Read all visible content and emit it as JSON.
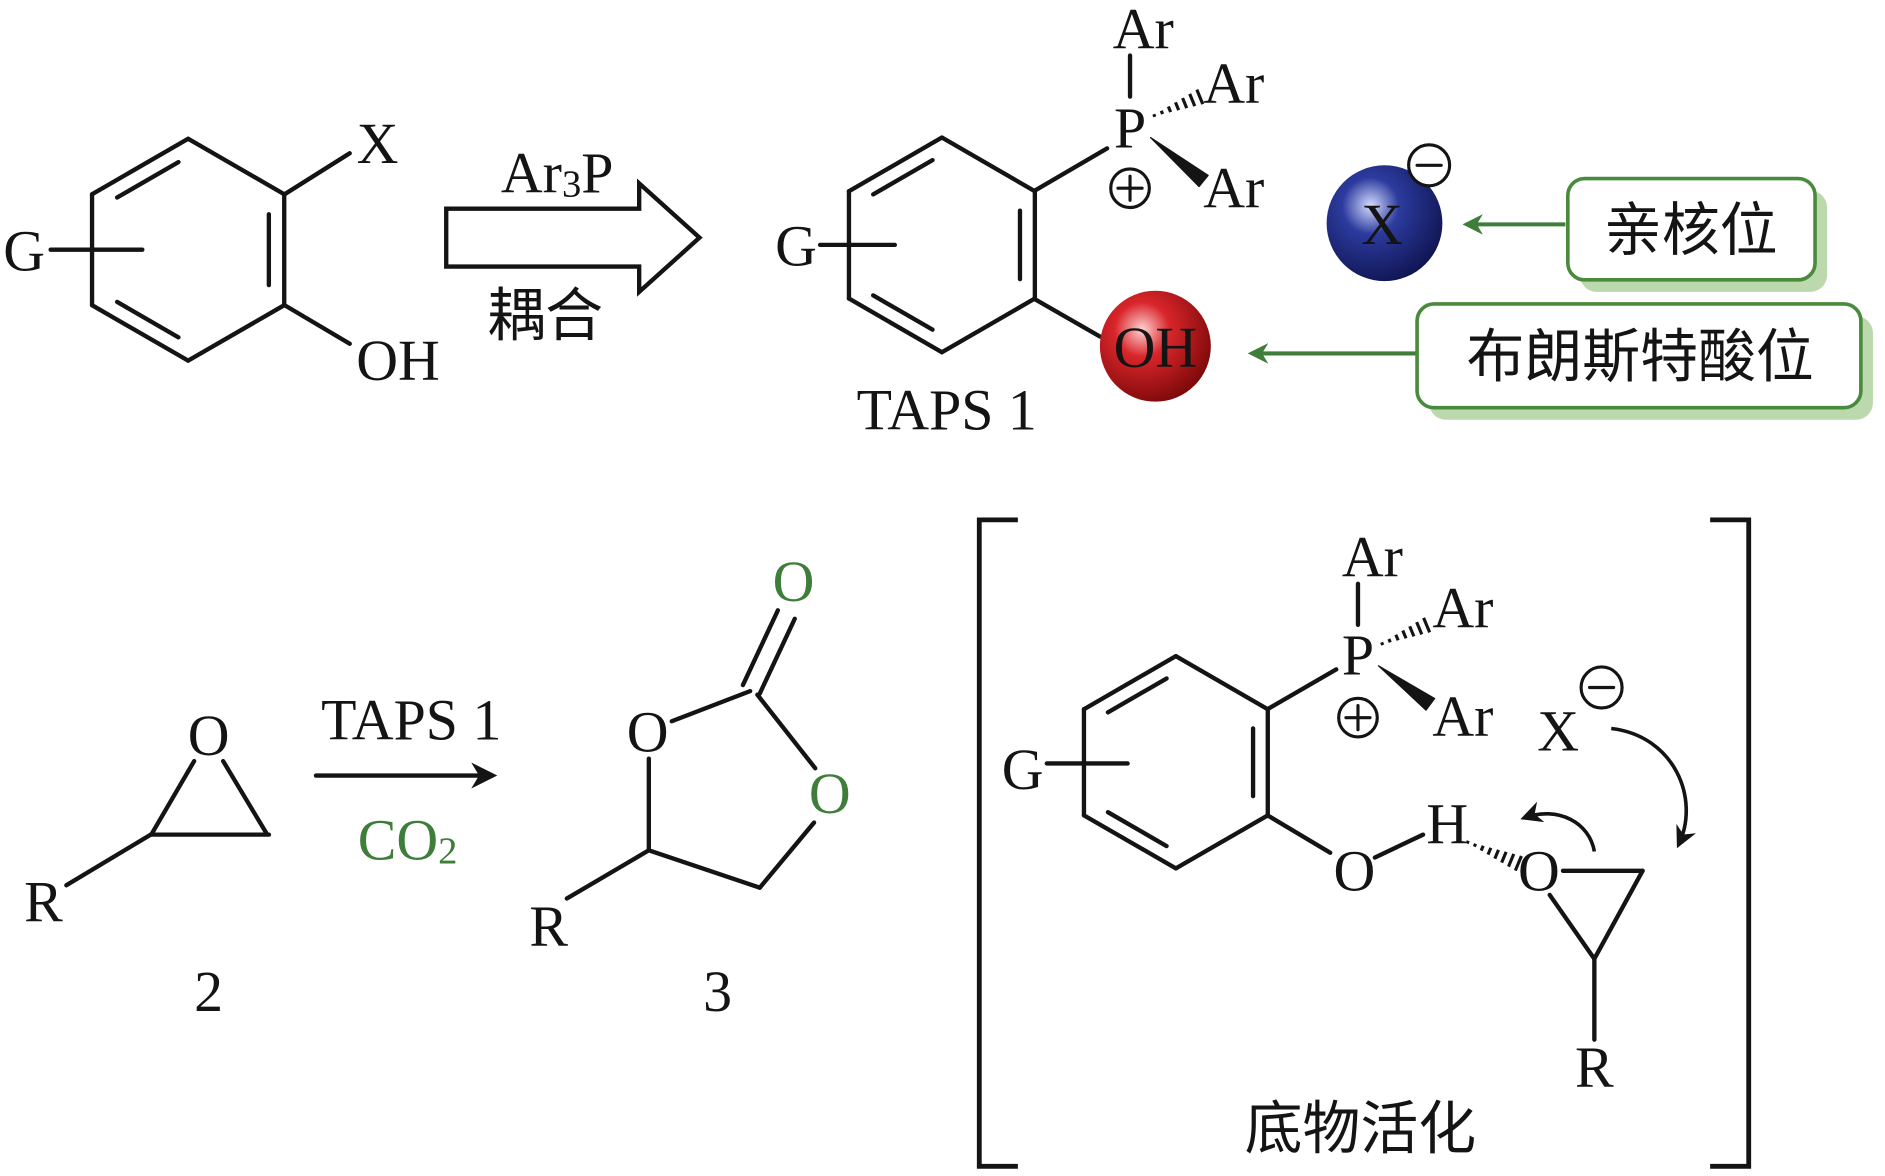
{
  "reactant": {
    "substituent_x": "X",
    "ring_substituent": "G",
    "hydroxyl": "OH"
  },
  "coupling": {
    "reagent_prefix": "Ar",
    "reagent_subscript": "3",
    "reagent_suffix": "P",
    "label": "耦合"
  },
  "taps_product": {
    "aryl_top": "Ar",
    "aryl_upper": "Ar",
    "aryl_lower": "Ar",
    "phosphorus": "P",
    "ring_substituent": "G",
    "hydroxyl": "OH",
    "name": "TAPS 1"
  },
  "counter_anion": {
    "label": "X"
  },
  "callouts": [
    {
      "label": "亲核位"
    },
    {
      "label": "布朗斯特酸位"
    }
  ],
  "epoxide": {
    "oxygen": "O",
    "substituent": "R",
    "number": "2"
  },
  "cycloaddition": {
    "catalyst": "TAPS 1",
    "reagent_prefix": "CO",
    "reagent_subscript": "2"
  },
  "carbonate": {
    "carbonyl_oxygen": "O",
    "ring_oxygen_left": "O",
    "ring_oxygen_right": "O",
    "substituent": "R",
    "number": "3"
  },
  "activation": {
    "aryl_top": "Ar",
    "aryl_upper": "Ar",
    "aryl_lower": "Ar",
    "phosphorus": "P",
    "ring_substituent": "G",
    "phenol_oxygen": "O",
    "hydrogen": "H",
    "epoxide_oxygen": "O",
    "substituent": "R",
    "anion": "X",
    "caption": "底物活化"
  },
  "icons": {
    "positive_charge": "charge-plus-icon",
    "negative_charge": "charge-minus-icon",
    "coupling_arrow": "hollow-arrow-icon"
  },
  "colors": {
    "co2_green": "#3e7d3a",
    "callout_border": "#4a8a3c",
    "callout_shadow": "#bcd8ad",
    "anion_sphere": "#2c3b9e",
    "hydroxyl_sphere": "#d9262b"
  }
}
